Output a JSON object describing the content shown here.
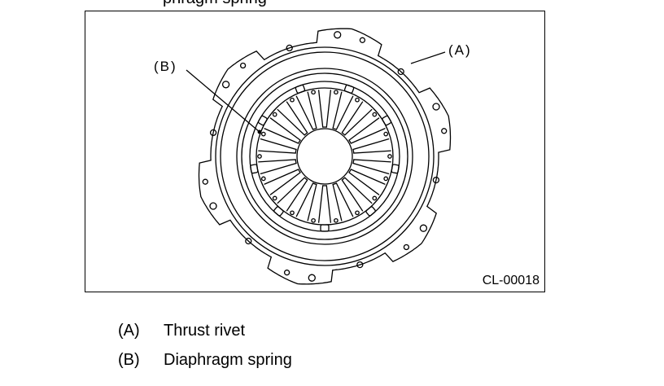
{
  "page": {
    "heading": "phragm spring"
  },
  "figure": {
    "id_label": "CL-00018",
    "callouts": [
      {
        "key": "(A)"
      },
      {
        "key": "(B)"
      }
    ]
  },
  "legend": [
    {
      "key": "(A)",
      "text": "Thrust rivet"
    },
    {
      "key": "(B)",
      "text": "Diaphragm spring"
    }
  ],
  "colors": {
    "line": "#000000",
    "background": "#ffffff"
  }
}
